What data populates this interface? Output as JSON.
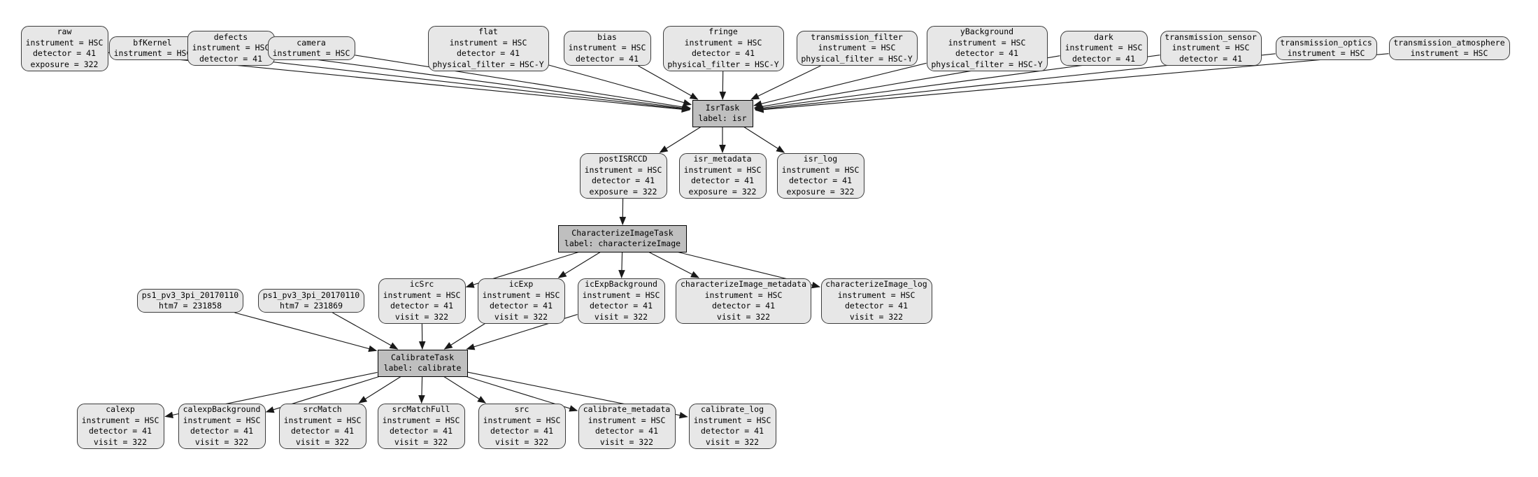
{
  "diagram": {
    "kind": "pipeline-quantum-graph",
    "nodes": [
      {
        "id": "raw",
        "type": "dataset",
        "lines": [
          "raw",
          "instrument = HSC",
          "detector = 41",
          "exposure = 322"
        ]
      },
      {
        "id": "bfKernel",
        "type": "dataset",
        "lines": [
          "bfKernel",
          "instrument = HSC"
        ]
      },
      {
        "id": "defects",
        "type": "dataset",
        "lines": [
          "defects",
          "instrument = HSC",
          "detector = 41"
        ]
      },
      {
        "id": "camera",
        "type": "dataset",
        "lines": [
          "camera",
          "instrument = HSC"
        ]
      },
      {
        "id": "flat",
        "type": "dataset",
        "lines": [
          "flat",
          "instrument = HSC",
          "detector = 41",
          "physical_filter = HSC-Y"
        ]
      },
      {
        "id": "bias",
        "type": "dataset",
        "lines": [
          "bias",
          "instrument = HSC",
          "detector = 41"
        ]
      },
      {
        "id": "fringe",
        "type": "dataset",
        "lines": [
          "fringe",
          "instrument = HSC",
          "detector = 41",
          "physical_filter = HSC-Y"
        ]
      },
      {
        "id": "transmission_filter",
        "type": "dataset",
        "lines": [
          "transmission_filter",
          "instrument = HSC",
          "physical_filter = HSC-Y"
        ]
      },
      {
        "id": "yBackground",
        "type": "dataset",
        "lines": [
          "yBackground",
          "instrument = HSC",
          "detector = 41",
          "physical_filter = HSC-Y"
        ]
      },
      {
        "id": "dark",
        "type": "dataset",
        "lines": [
          "dark",
          "instrument = HSC",
          "detector = 41"
        ]
      },
      {
        "id": "transmission_sensor",
        "type": "dataset",
        "lines": [
          "transmission_sensor",
          "instrument = HSC",
          "detector = 41"
        ]
      },
      {
        "id": "transmission_optics",
        "type": "dataset",
        "lines": [
          "transmission_optics",
          "instrument = HSC"
        ]
      },
      {
        "id": "transmission_atmosphere",
        "type": "dataset",
        "lines": [
          "transmission_atmosphere",
          "instrument = HSC"
        ]
      },
      {
        "id": "isr",
        "type": "task",
        "lines": [
          "IsrTask",
          "label: isr"
        ]
      },
      {
        "id": "postISRCCD",
        "type": "dataset",
        "lines": [
          "postISRCCD",
          "instrument = HSC",
          "detector = 41",
          "exposure = 322"
        ]
      },
      {
        "id": "isr_metadata",
        "type": "dataset",
        "lines": [
          "isr_metadata",
          "instrument = HSC",
          "detector = 41",
          "exposure = 322"
        ]
      },
      {
        "id": "isr_log",
        "type": "dataset",
        "lines": [
          "isr_log",
          "instrument = HSC",
          "detector = 41",
          "exposure = 322"
        ]
      },
      {
        "id": "characterizeImage",
        "type": "task",
        "lines": [
          "CharacterizeImageTask",
          "label: characterizeImage"
        ]
      },
      {
        "id": "ps1_a",
        "type": "dataset",
        "lines": [
          "ps1_pv3_3pi_20170110",
          "htm7 = 231858"
        ]
      },
      {
        "id": "ps1_b",
        "type": "dataset",
        "lines": [
          "ps1_pv3_3pi_20170110",
          "htm7 = 231869"
        ]
      },
      {
        "id": "icSrc",
        "type": "dataset",
        "lines": [
          "icSrc",
          "instrument = HSC",
          "detector = 41",
          "visit = 322"
        ]
      },
      {
        "id": "icExp",
        "type": "dataset",
        "lines": [
          "icExp",
          "instrument = HSC",
          "detector = 41",
          "visit = 322"
        ]
      },
      {
        "id": "icExpBackground",
        "type": "dataset",
        "lines": [
          "icExpBackground",
          "instrument = HSC",
          "detector = 41",
          "visit = 322"
        ]
      },
      {
        "id": "characterizeImage_metadata",
        "type": "dataset",
        "lines": [
          "characterizeImage_metadata",
          "instrument = HSC",
          "detector = 41",
          "visit = 322"
        ]
      },
      {
        "id": "characterizeImage_log",
        "type": "dataset",
        "lines": [
          "characterizeImage_log",
          "instrument = HSC",
          "detector = 41",
          "visit = 322"
        ]
      },
      {
        "id": "calibrate",
        "type": "task",
        "lines": [
          "CalibrateTask",
          "label: calibrate"
        ]
      },
      {
        "id": "calexp",
        "type": "dataset",
        "lines": [
          "calexp",
          "instrument = HSC",
          "detector = 41",
          "visit = 322"
        ]
      },
      {
        "id": "calexpBackground",
        "type": "dataset",
        "lines": [
          "calexpBackground",
          "instrument = HSC",
          "detector = 41",
          "visit = 322"
        ]
      },
      {
        "id": "srcMatch",
        "type": "dataset",
        "lines": [
          "srcMatch",
          "instrument = HSC",
          "detector = 41",
          "visit = 322"
        ]
      },
      {
        "id": "srcMatchFull",
        "type": "dataset",
        "lines": [
          "srcMatchFull",
          "instrument = HSC",
          "detector = 41",
          "visit = 322"
        ]
      },
      {
        "id": "src",
        "type": "dataset",
        "lines": [
          "src",
          "instrument = HSC",
          "detector = 41",
          "visit = 322"
        ]
      },
      {
        "id": "calibrate_metadata",
        "type": "dataset",
        "lines": [
          "calibrate_metadata",
          "instrument = HSC",
          "detector = 41",
          "visit = 322"
        ]
      },
      {
        "id": "calibrate_log",
        "type": "dataset",
        "lines": [
          "calibrate_log",
          "instrument = HSC",
          "detector = 41",
          "visit = 322"
        ]
      }
    ],
    "edges": [
      [
        "raw",
        "isr"
      ],
      [
        "bfKernel",
        "isr"
      ],
      [
        "defects",
        "isr"
      ],
      [
        "camera",
        "isr"
      ],
      [
        "flat",
        "isr"
      ],
      [
        "bias",
        "isr"
      ],
      [
        "fringe",
        "isr"
      ],
      [
        "transmission_filter",
        "isr"
      ],
      [
        "yBackground",
        "isr"
      ],
      [
        "dark",
        "isr"
      ],
      [
        "transmission_sensor",
        "isr"
      ],
      [
        "transmission_optics",
        "isr"
      ],
      [
        "transmission_atmosphere",
        "isr"
      ],
      [
        "isr",
        "postISRCCD"
      ],
      [
        "isr",
        "isr_metadata"
      ],
      [
        "isr",
        "isr_log"
      ],
      [
        "postISRCCD",
        "characterizeImage"
      ],
      [
        "characterizeImage",
        "icSrc"
      ],
      [
        "characterizeImage",
        "icExp"
      ],
      [
        "characterizeImage",
        "icExpBackground"
      ],
      [
        "characterizeImage",
        "characterizeImage_metadata"
      ],
      [
        "characterizeImage",
        "characterizeImage_log"
      ],
      [
        "ps1_a",
        "calibrate"
      ],
      [
        "ps1_b",
        "calibrate"
      ],
      [
        "icSrc",
        "calibrate"
      ],
      [
        "icExp",
        "calibrate"
      ],
      [
        "icExpBackground",
        "calibrate"
      ],
      [
        "calibrate",
        "calexp"
      ],
      [
        "calibrate",
        "calexpBackground"
      ],
      [
        "calibrate",
        "srcMatch"
      ],
      [
        "calibrate",
        "srcMatchFull"
      ],
      [
        "calibrate",
        "src"
      ],
      [
        "calibrate",
        "calibrate_metadata"
      ],
      [
        "calibrate",
        "calibrate_log"
      ]
    ]
  },
  "colors": {
    "background": "#ffffff",
    "dataset_fill": "#e7e7e7",
    "task_fill": "#bfbfbf",
    "node_border": "#3c3c3c",
    "task_border": "#000000",
    "edge": "#191919",
    "text": "#000000"
  }
}
